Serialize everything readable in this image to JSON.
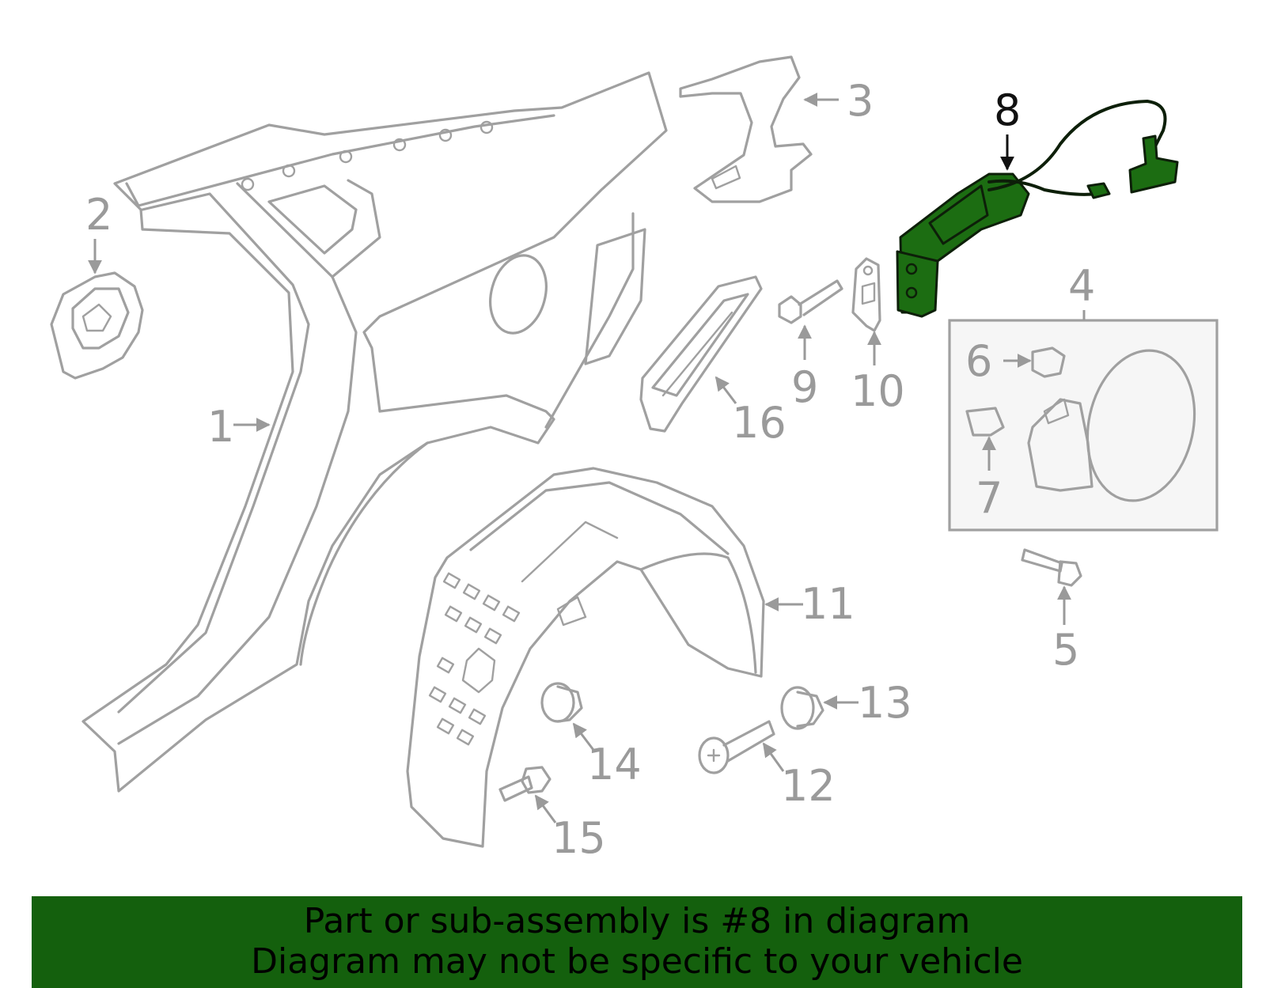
{
  "diagram": {
    "highlight_color": "#1c6d12",
    "banner_color": "#14600d",
    "callouts": [
      "1",
      "2",
      "3",
      "4",
      "5",
      "6",
      "7",
      "8",
      "9",
      "10",
      "11",
      "12",
      "13",
      "14",
      "15",
      "16"
    ],
    "highlighted_callout": "8"
  },
  "banner": {
    "line1": "Part or sub-assembly is #8 in diagram",
    "line2": "Diagram may not be specific to your vehicle"
  }
}
